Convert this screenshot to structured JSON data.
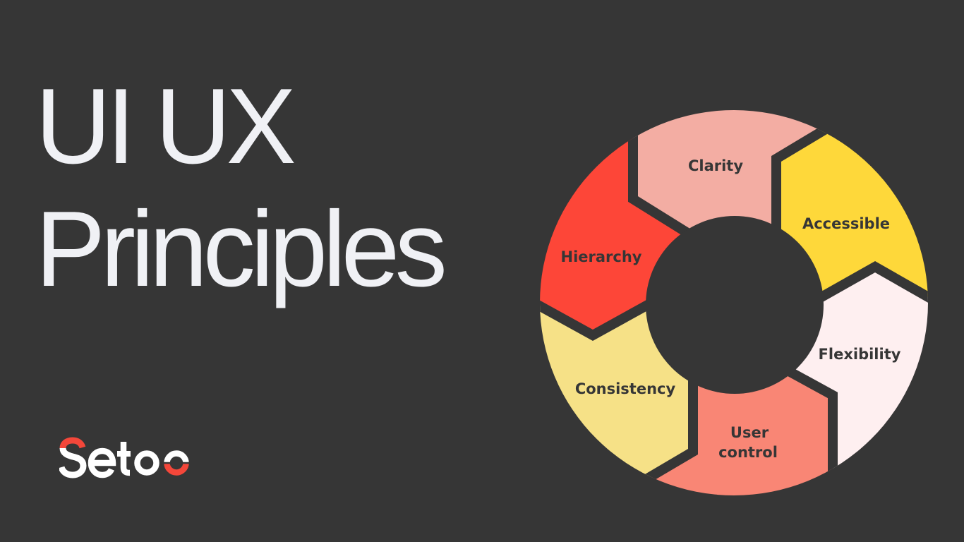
{
  "title": {
    "line1": "UI UX",
    "line2": "Principles"
  },
  "logo": {
    "text": "Setoo",
    "letters": [
      "S",
      "e",
      "t",
      "o",
      "o"
    ],
    "accent_color": "#f4473a",
    "text_color": "#ffffff"
  },
  "colors": {
    "background": "#363636",
    "title_text": "#f0f1f5",
    "label_text": "#363636"
  },
  "wheel": {
    "segments": [
      {
        "label": "Clarity",
        "color": "#f3ada3"
      },
      {
        "label": "Accessible",
        "color": "#fed83a"
      },
      {
        "label": "Flexibility",
        "color": "#feeff0"
      },
      {
        "label_line1": "User",
        "label_line2": "control",
        "label": "User control",
        "color": "#f98675"
      },
      {
        "label": "Consistency",
        "color": "#f6e187"
      },
      {
        "label": "Hierarchy",
        "color": "#fd4638"
      }
    ]
  }
}
